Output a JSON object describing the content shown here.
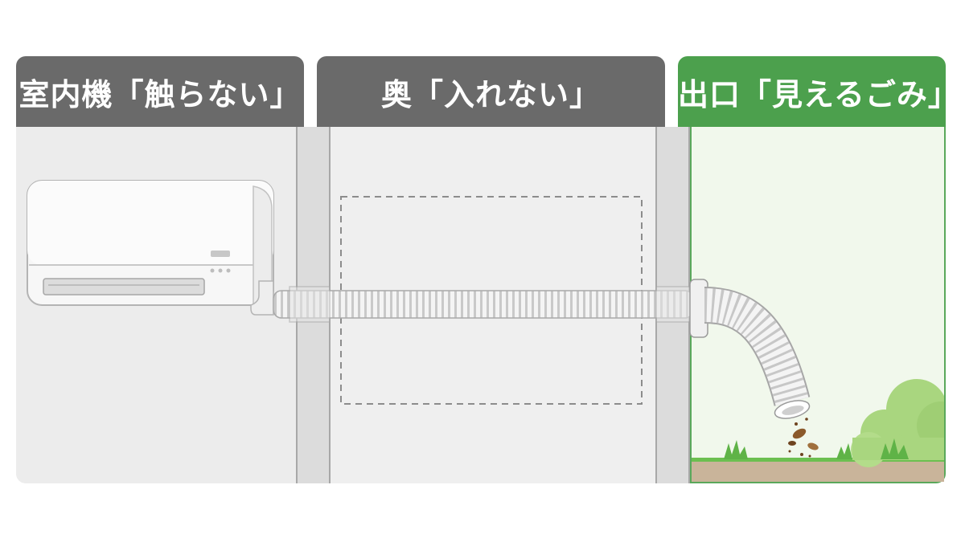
{
  "headers": {
    "indoor": "室内機「触らない」",
    "inner": "奥「入れない」",
    "outlet": "出口「見えるごみ」"
  },
  "colors": {
    "gray_header": "#6a6a6a",
    "green_header": "#4ca04d",
    "panel_gray": "#ececec",
    "panel_green": "#f1f8ec",
    "soil": "#c9b49a",
    "grass": "#6cbf50",
    "bush": "#a9d67f",
    "hose": "#f2f2f2",
    "debris": "#8b5a2b"
  },
  "icons": {
    "ac_unit": "air-conditioner-indoor-unit-icon",
    "hose": "drain-hose-icon",
    "debris": "leaf-debris-icon",
    "grass": "grass-tuft-icon",
    "bush": "bush-icon"
  }
}
